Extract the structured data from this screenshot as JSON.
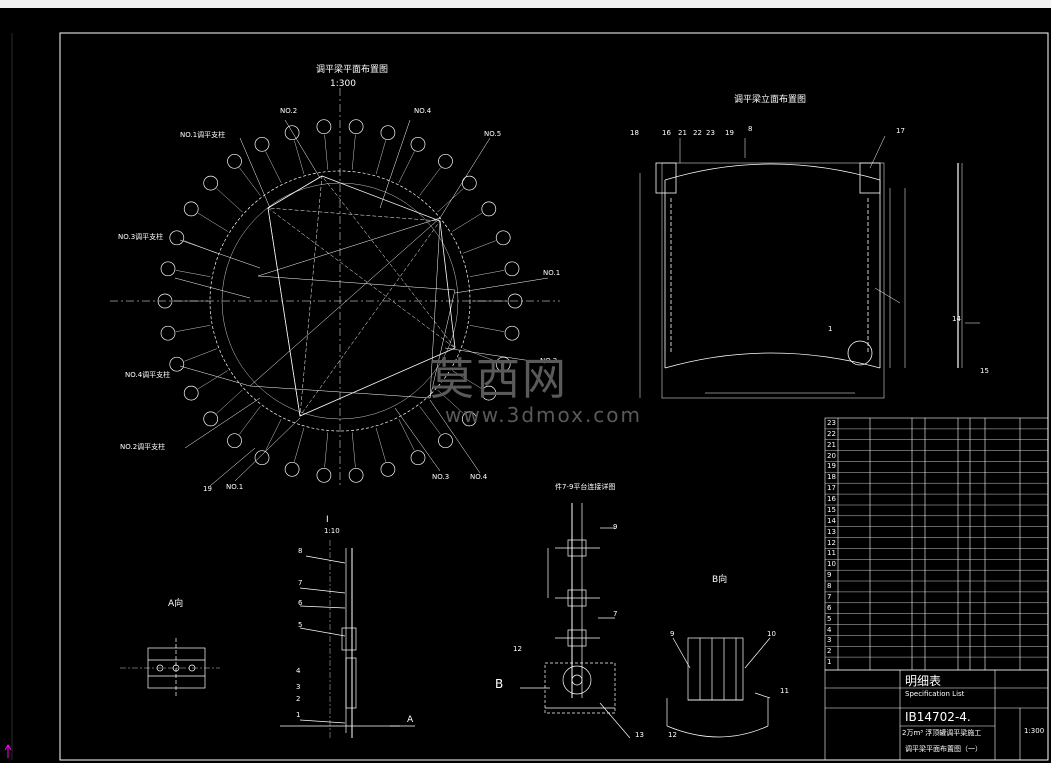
{
  "drawing": {
    "plan_title": "调平梁平面布置图",
    "plan_scale": "1:300",
    "elevation_title": "调平梁立面布置图",
    "section_title": "I",
    "section_scale": "1:10",
    "view_a_title": "A向",
    "view_b_title": "B向",
    "detail_title": "件7-9平台连接详图",
    "view_a_marker": "A",
    "view_b_marker": "B"
  },
  "plan_labels": [
    "NO.2",
    "NO.4",
    "NO.5",
    "NO.1调平支柱",
    "NO.3调平支柱",
    "NO.1",
    "NO.2",
    "NO.3",
    "NO.4",
    "NO.4调平支柱",
    "NO.2调平支柱",
    "NO.1",
    "19"
  ],
  "elevation_callouts": [
    "18",
    "16",
    "21",
    "22",
    "23",
    "19",
    "8",
    "17",
    "14",
    "15",
    "1"
  ],
  "section_callouts": [
    "8",
    "7",
    "6",
    "5",
    "4",
    "3",
    "2",
    "1"
  ],
  "detail_callouts": [
    "9",
    "7",
    "12",
    "13"
  ],
  "bview_callouts": [
    "9",
    "10",
    "11",
    "12"
  ],
  "parts_table": {
    "rows": [
      "23",
      "22",
      "21",
      "20",
      "19",
      "18",
      "17",
      "16",
      "15",
      "14",
      "13",
      "12",
      "11",
      "10",
      "9",
      "8",
      "7",
      "6",
      "5",
      "4",
      "3",
      "2",
      "1"
    ],
    "header_label": "明细表",
    "header_sub": "Specification List"
  },
  "title_block": {
    "drawing_no": "IB14702-4.",
    "project": "2万m³ 浮顶罐调平梁施工",
    "sheet_name": "调平梁平面布置图（一）",
    "scale": "1:300"
  },
  "watermark": {
    "cn": "莫西网",
    "url": "www.3dmox.com"
  },
  "colors": {
    "line": "#ffffff",
    "accent": "#ff00ff",
    "background": "#000000"
  }
}
